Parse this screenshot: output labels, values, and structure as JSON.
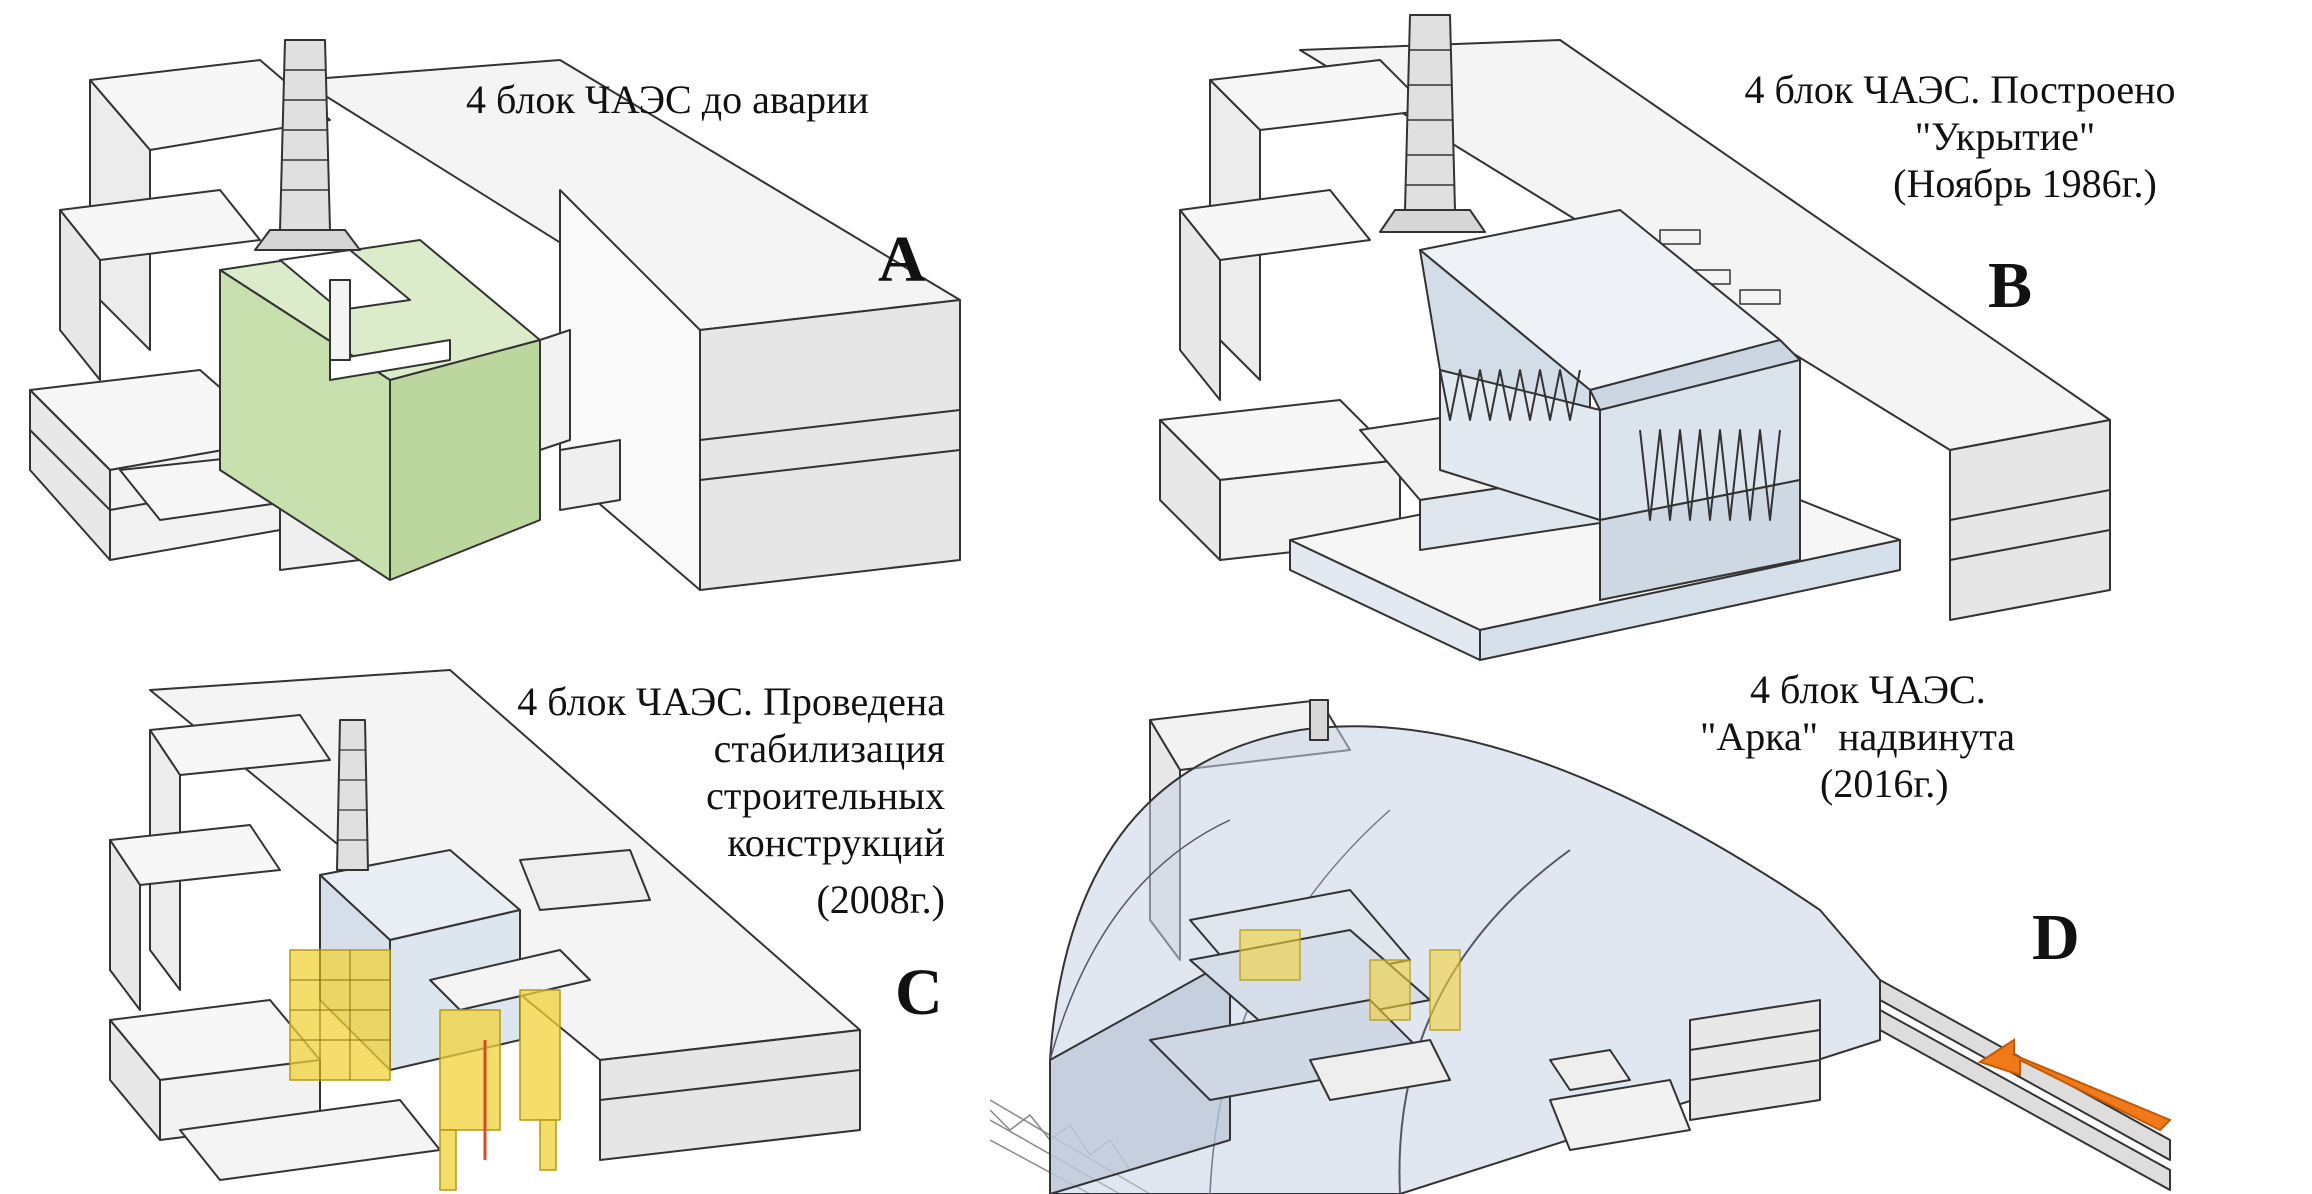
{
  "panels": [
    {
      "id": "A",
      "letter": "A",
      "caption_lines": [
        "4 блок ЧАЭС до аварии"
      ],
      "highlight_color": "#cfe5b0"
    },
    {
      "id": "B",
      "letter": "B",
      "caption_lines": [
        "4 блок ЧАЭС. Построено",
        "\"Укрытие\"",
        "(Ноябрь 1986г.)"
      ],
      "highlight_color": "#dbe5ef"
    },
    {
      "id": "C",
      "letter": "C",
      "caption_lines": [
        "4 блок ЧАЭС. Проведена",
        "стабилизация",
        "строительных",
        "конструкций",
        "(2008г.)"
      ],
      "highlight_color": "#f2d23a"
    },
    {
      "id": "D",
      "letter": "D",
      "caption_lines": [
        "4 блок ЧАЭС.",
        "\"Арка\"  надвинута",
        "(2016г.)"
      ],
      "highlight_color": "#c8d4e4",
      "arrow_color": "#f07a1a"
    }
  ]
}
